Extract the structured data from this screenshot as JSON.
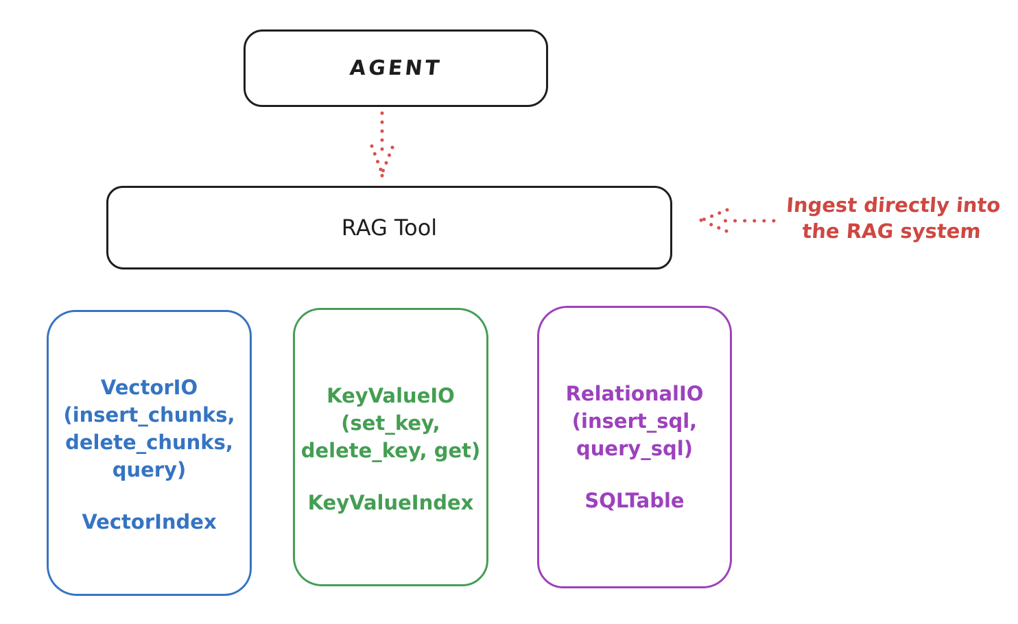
{
  "canvas": {
    "background": "#ffffff"
  },
  "agent_box": {
    "label": "AGENT"
  },
  "rag_tool_box": {
    "label": "RAG Tool"
  },
  "annotation": {
    "lines": [
      "Ingest directly into",
      "the RAG system"
    ],
    "color": "#cf4742"
  },
  "arrows": {
    "agent_to_rag_tool": {
      "style": "dotted",
      "direction": "down",
      "color": "#da4f4a"
    },
    "annotation_to_rag_tool": {
      "style": "dotted",
      "direction": "left",
      "color": "#da4f4a"
    }
  },
  "io_boxes": [
    {
      "id": "vector-io",
      "color": "#3574c2",
      "lines": [
        "VectorIO",
        "(insert_chunks,",
        "delete_chunks,",
        "query)"
      ],
      "index_label": "VectorIndex"
    },
    {
      "id": "keyvalue-io",
      "color": "#449e53",
      "lines": [
        "KeyValueIO",
        "(set_key,",
        "delete_key, get)"
      ],
      "index_label": "KeyValueIndex"
    },
    {
      "id": "relational-io",
      "color": "#9d41bd",
      "lines": [
        "RelationalIO",
        "(insert_sql,",
        "query_sql)"
      ],
      "index_label": "SQLTable"
    }
  ]
}
